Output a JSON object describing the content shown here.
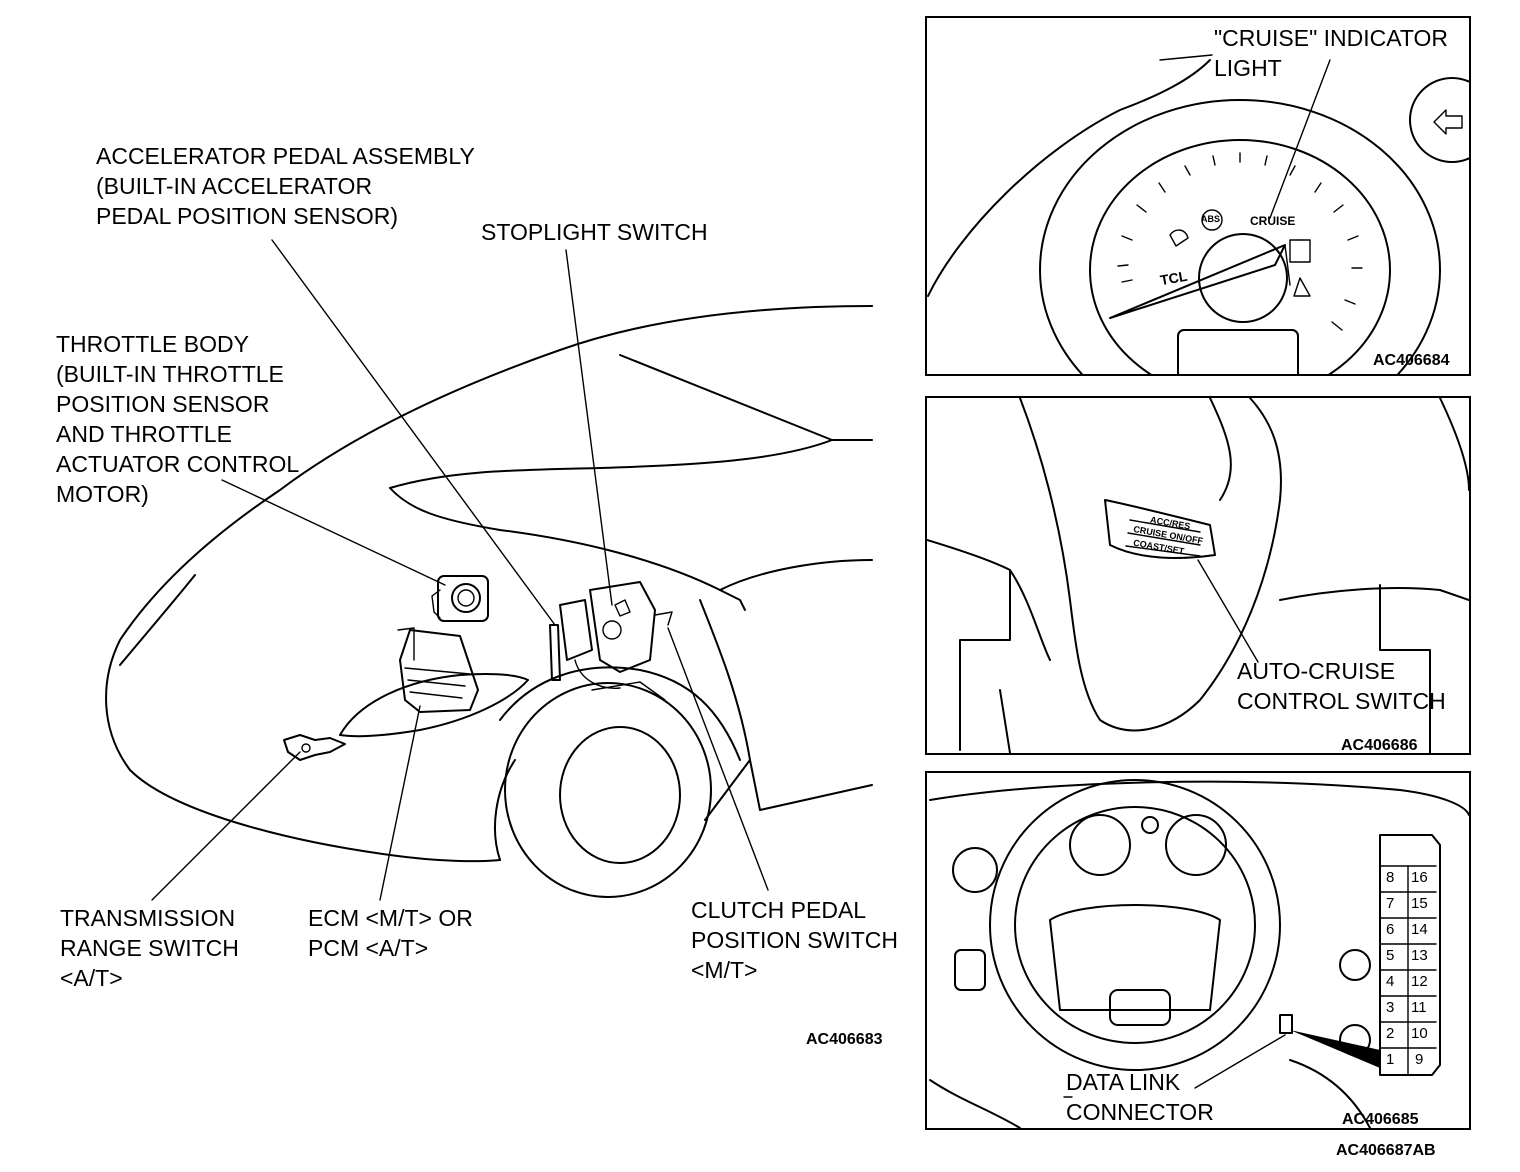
{
  "labels": {
    "accelerator": "ACCELERATOR PEDAL ASSEMBLY\n(BUILT-IN ACCELERATOR\nPEDAL POSITION SENSOR)",
    "stoplight": "STOPLIGHT SWITCH",
    "throttle": "THROTTLE BODY\n(BUILT-IN THROTTLE\nPOSITION SENSOR\nAND THROTTLE\nACTUATOR CONTROL\nMOTOR)",
    "transmission": "TRANSMISSION\nRANGE SWITCH\n<A/T>",
    "ecm": "ECM <M/T> OR\nPCM <A/T>",
    "clutch": "CLUTCH PEDAL\nPOSITION SWITCH\n<M/T>",
    "cruise_indicator": "\"CRUISE\" INDICATOR\nLIGHT",
    "auto_cruise": "AUTO-CRUISE\nCONTROL SWITCH",
    "data_link": "DATA LINK\nCONNECTOR"
  },
  "codes": {
    "main": "AC406683",
    "panel1": "AC406684",
    "panel2": "AC406686",
    "panel3": "AC406685",
    "overall": "AC406687AB"
  },
  "gauge": {
    "cruise": "CRUISE",
    "abs": "ABS",
    "tcl": "TCL"
  },
  "switch_text": {
    "line1": "ACC/RES",
    "line2": "CRUISE ON/OFF",
    "line3": "COAST/SET"
  },
  "connector_pins": {
    "left": [
      "8",
      "7",
      "6",
      "5",
      "4",
      "3",
      "2",
      "1"
    ],
    "right": [
      "16",
      "15",
      "14",
      "13",
      "12",
      "11",
      "10",
      "9"
    ]
  }
}
